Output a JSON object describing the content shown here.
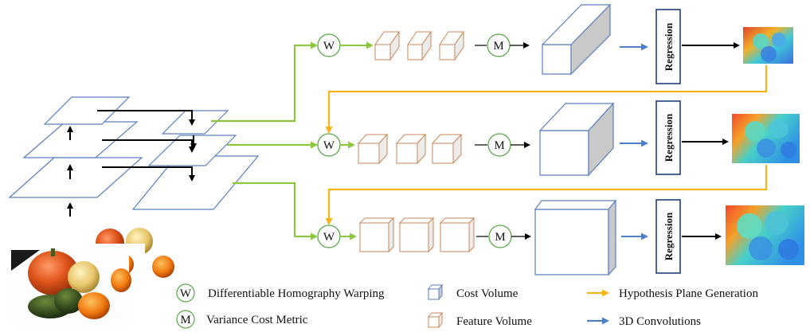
{
  "operators": {
    "warp": "W",
    "metric": "M"
  },
  "regression_label": "Regression",
  "legend": {
    "homography": "Differentiable Homography Warping",
    "variance": "Variance Cost Metric",
    "cost_volume": "Cost Volume",
    "feature_volume": "Feature Volume",
    "hypothesis": "Hypothesis Plane Generation",
    "conv3d": "3D Convolutions"
  },
  "colors": {
    "green": "#8cc63f",
    "yellow": "#f5b51a",
    "blue_arrow": "#4f7fc4",
    "plane_stroke": "#5b7fbe",
    "feature_stroke": "#c8875a",
    "regression_stroke": "#1f3f7a",
    "operator_stroke": "#5aa84a"
  }
}
